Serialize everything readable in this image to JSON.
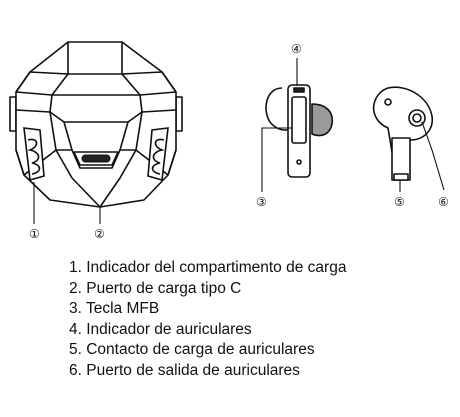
{
  "callouts": [
    {
      "id": "1",
      "label": "①"
    },
    {
      "id": "2",
      "label": "②"
    },
    {
      "id": "3",
      "label": "③"
    },
    {
      "id": "4",
      "label": "④"
    },
    {
      "id": "5",
      "label": "⑤"
    },
    {
      "id": "6",
      "label": "⑥"
    }
  ],
  "legend": [
    "1. Indicador del compartimento de carga",
    "2. Puerto de carga tipo C",
    "3. Tecla MFB",
    "4. Indicador de auriculares",
    "5. Contacto de carga de auriculares",
    "6. Puerto de salida de auriculares"
  ],
  "colors": {
    "line": "#111111",
    "fill_dark": "#222222",
    "fill_gray": "#9a9a9a",
    "background": "#ffffff"
  }
}
